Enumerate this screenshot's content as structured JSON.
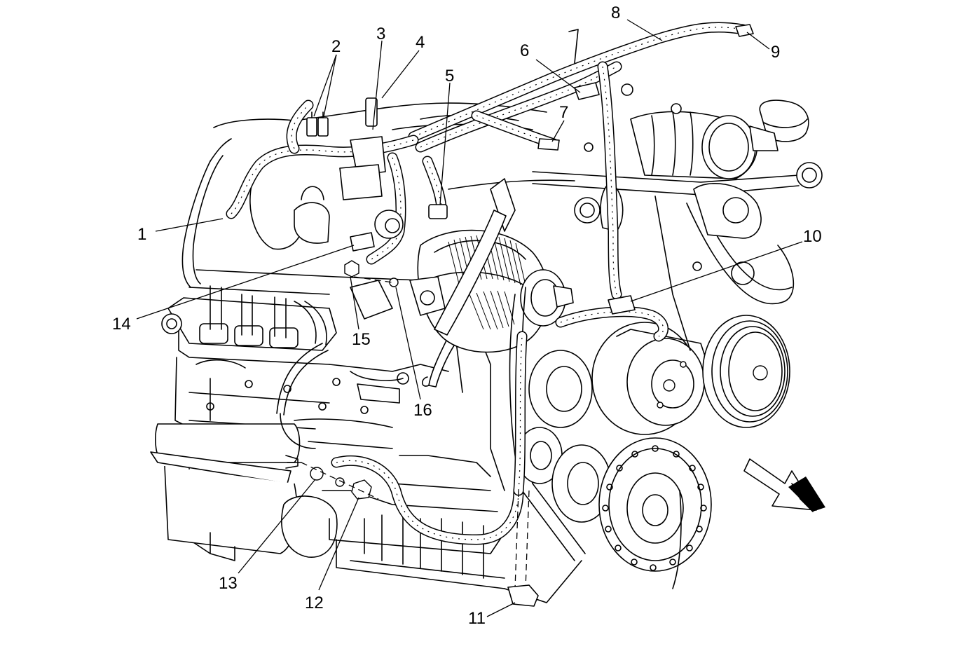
{
  "callouts": [
    {
      "id": "1",
      "text": "1"
    },
    {
      "id": "2",
      "text": "2"
    },
    {
      "id": "3",
      "text": "3"
    },
    {
      "id": "4",
      "text": "4"
    },
    {
      "id": "5",
      "text": "5"
    },
    {
      "id": "6",
      "text": "6"
    },
    {
      "id": "7",
      "text": "7"
    },
    {
      "id": "8",
      "text": "8"
    },
    {
      "id": "9",
      "text": "9"
    },
    {
      "id": "10",
      "text": "10"
    },
    {
      "id": "11",
      "text": "11"
    },
    {
      "id": "12",
      "text": "12"
    },
    {
      "id": "13",
      "text": "13"
    },
    {
      "id": "14",
      "text": "14"
    },
    {
      "id": "15",
      "text": "15"
    },
    {
      "id": "16",
      "text": "16"
    }
  ],
  "icons": {
    "direction_arrow": "front-of-vehicle-arrow-icon"
  }
}
